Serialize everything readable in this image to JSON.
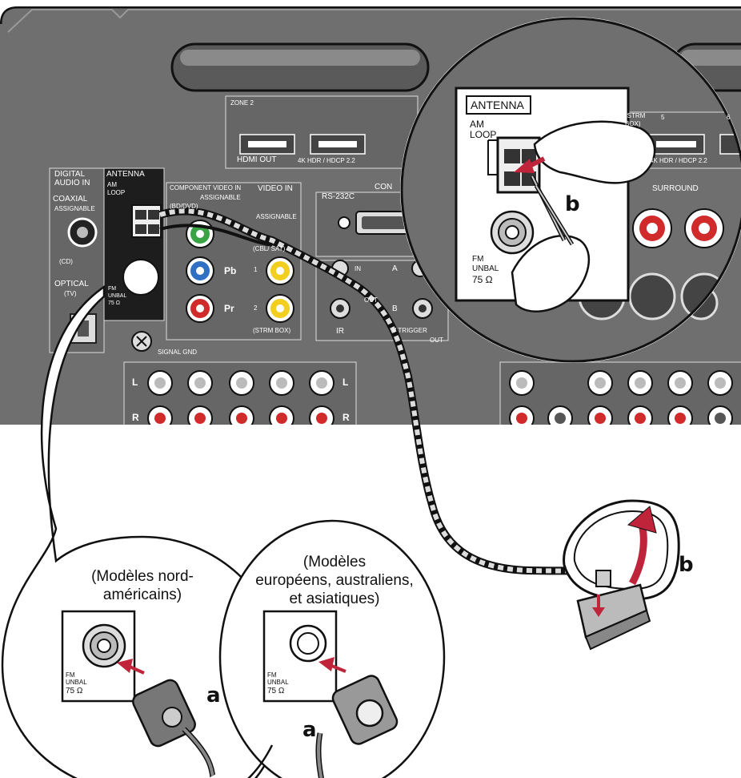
{
  "panel_labels": {
    "digital_audio_in": [
      "DIGITAL",
      "AUDIO IN"
    ],
    "coaxial": "COAXIAL",
    "assignable": "ASSIGNABLE",
    "cd": "(CD)",
    "optical": "OPTICAL",
    "tv": "(TV)",
    "antenna": "ANTENNA",
    "am_loop": [
      "AM",
      "LOOP"
    ],
    "fm_unbal": [
      "FM",
      "UNBAL",
      "75 Ω"
    ],
    "component_video_in": "COMPONENT VIDEO IN",
    "bd_dvd": "(BD/DVD)",
    "pb": "Pb",
    "pr": "Pr",
    "video_in": "VIDEO IN",
    "cbl_sat": "(CBL/ SAT)",
    "strm_box": "(STRM BOX)",
    "num_1": "1",
    "num_2": "2",
    "zone2": "ZONE 2",
    "hdmi_out": "HDMI OUT",
    "hdcp": "4K HDR / HDCP 2.2",
    "rs232c": "RS-232C",
    "con": "CON",
    "in": "IN",
    "out": "OUT",
    "ir": "IR",
    "trigger": "V  TRIGGER",
    "trigger_out": "OUT",
    "a_box": "A",
    "b_box": "B",
    "signal_gnd": "SIGNAL GND",
    "l": "L",
    "r": "R",
    "surround": "SURROUND",
    "strm_box_top": [
      "(STRM",
      "BOX)"
    ],
    "num_5": "5",
    "num_6": "6"
  },
  "callouts": {
    "na_models": [
      "(Modèles nord-",
      "américains)"
    ],
    "eu_models": [
      "(Modèles",
      "européens, australiens,",
      "et asiatiques)"
    ],
    "step_a": "a",
    "step_b": "b"
  },
  "colors": {
    "panel": "#707070",
    "panel_dark": "#5e5e5e",
    "outline": "#111111",
    "arrow": "#c0243a",
    "jack_green": "#3aa345",
    "jack_blue": "#2f6fc4",
    "jack_red": "#d02a2a",
    "jack_yellow": "#f2cf1f"
  }
}
